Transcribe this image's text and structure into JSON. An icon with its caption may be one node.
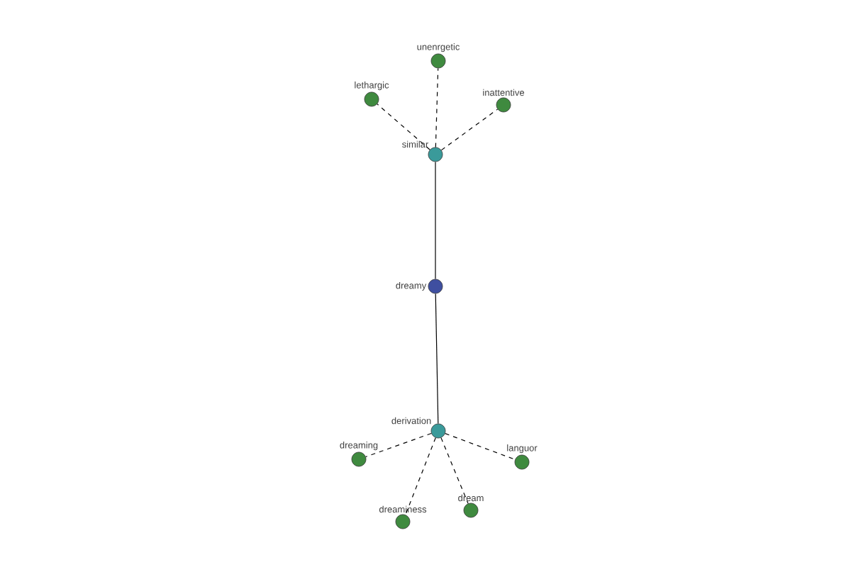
{
  "diagram": {
    "nodes": [
      {
        "text": [
          "unenrgetic"
        ]
      },
      {
        "text": [
          "lethargic"
        ]
      },
      {
        "text": [
          "inattentive"
        ]
      },
      {
        "text": [
          "similar"
        ]
      },
      {
        "text": [
          "dreamy"
        ]
      },
      {
        "text": [
          "derivation"
        ]
      },
      {
        "text": [
          "dreaming"
        ]
      },
      {
        "text": [
          "languor"
        ]
      },
      {
        "text": [
          "dream"
        ]
      },
      {
        "text": [
          "dreaminess"
        ]
      }
    ],
    "edges": [
      {
        "from": 3,
        "to": 0,
        "arrow": "none",
        "style": "dashed"
      },
      {
        "from": 3,
        "to": 1,
        "arrow": "none",
        "style": "dashed"
      },
      {
        "from": 3,
        "to": 2,
        "arrow": "none",
        "style": "dashed"
      },
      {
        "from": 4,
        "to": 3,
        "arrow": "none"
      },
      {
        "from": 4,
        "to": 5,
        "arrow": "none"
      },
      {
        "from": 5,
        "to": 6,
        "arrow": "none",
        "style": "dashed"
      },
      {
        "from": 5,
        "to": 7,
        "arrow": "none",
        "style": "dashed"
      },
      {
        "from": 5,
        "to": 8,
        "arrow": "none",
        "style": "dashed"
      },
      {
        "from": 5,
        "to": 9,
        "arrow": "none",
        "style": "dashed"
      }
    ]
  }
}
